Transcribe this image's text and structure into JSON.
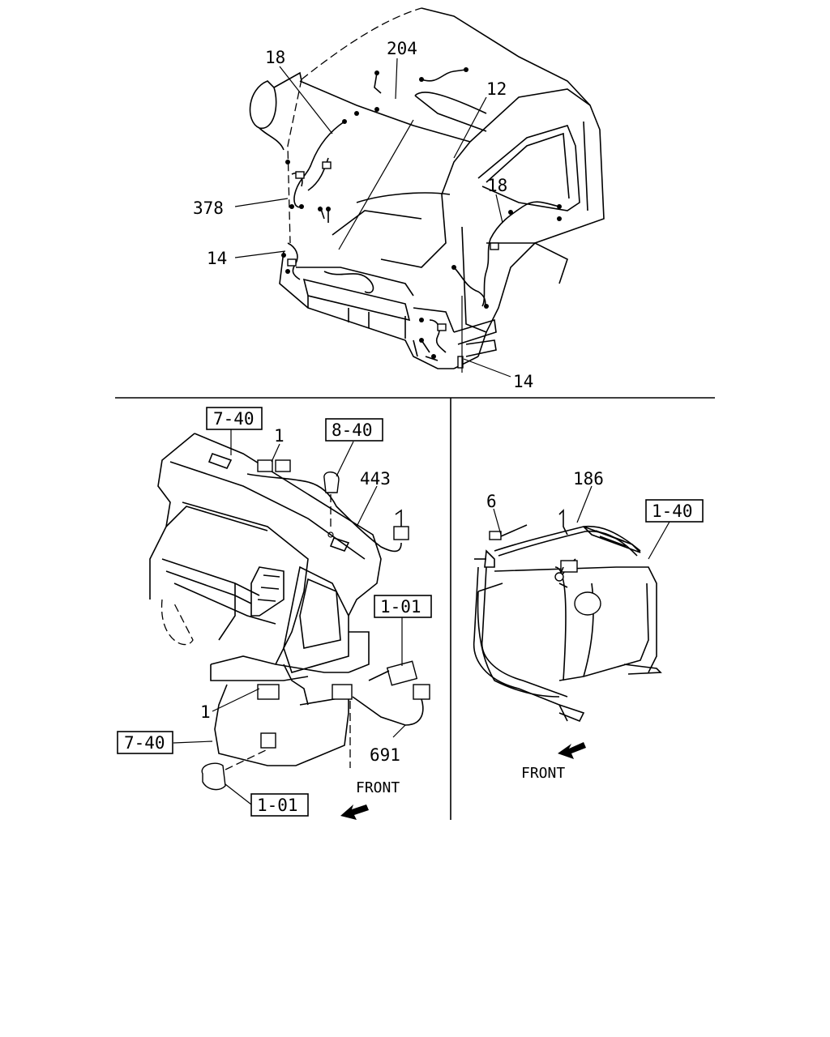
{
  "callouts": {
    "cab_top": {
      "c18_left": "18",
      "c204": "204",
      "c12": "12",
      "c18_right": "18",
      "c378": "378",
      "c14_left": "14",
      "c14_bottom": "14"
    },
    "dash_panel": {
      "ref_7_40_top": "7-40",
      "c1_top": "1",
      "ref_8_40": "8-40",
      "c443": "443",
      "ref_1_01_right": "1-01",
      "c1_bottom": "1",
      "ref_7_40_bottom": "7-40",
      "c691": "691",
      "ref_1_01_bottom": "1-01",
      "front": "FRONT"
    },
    "fuel_tank": {
      "c186": "186",
      "c6": "6",
      "ref_1_40": "1-40",
      "front": "FRONT"
    }
  }
}
